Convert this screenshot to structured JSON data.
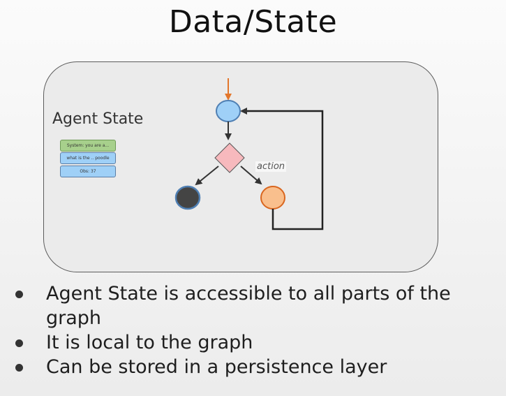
{
  "title": "Data/State",
  "diagram": {
    "agent_state_label": "Agent State",
    "messages": [
      {
        "text": "System: you are a...",
        "color": "#a7d08c"
      },
      {
        "text": "what is the .. poodle",
        "color": "#9fd0f7"
      },
      {
        "text": "Obs: 37",
        "color": "#9fd0f7"
      }
    ],
    "edge_label": "action",
    "colors": {
      "entry_arrow": "#e3762b",
      "start_node": "#9fd0f7",
      "decision_node": "#f7b9bd",
      "end_node": "#444444",
      "action_node": "#f9bf8d"
    }
  },
  "bullets": [
    "Agent State is accessible to all parts of the graph",
    "It is local to the graph",
    "Can be stored in a persistence layer"
  ]
}
